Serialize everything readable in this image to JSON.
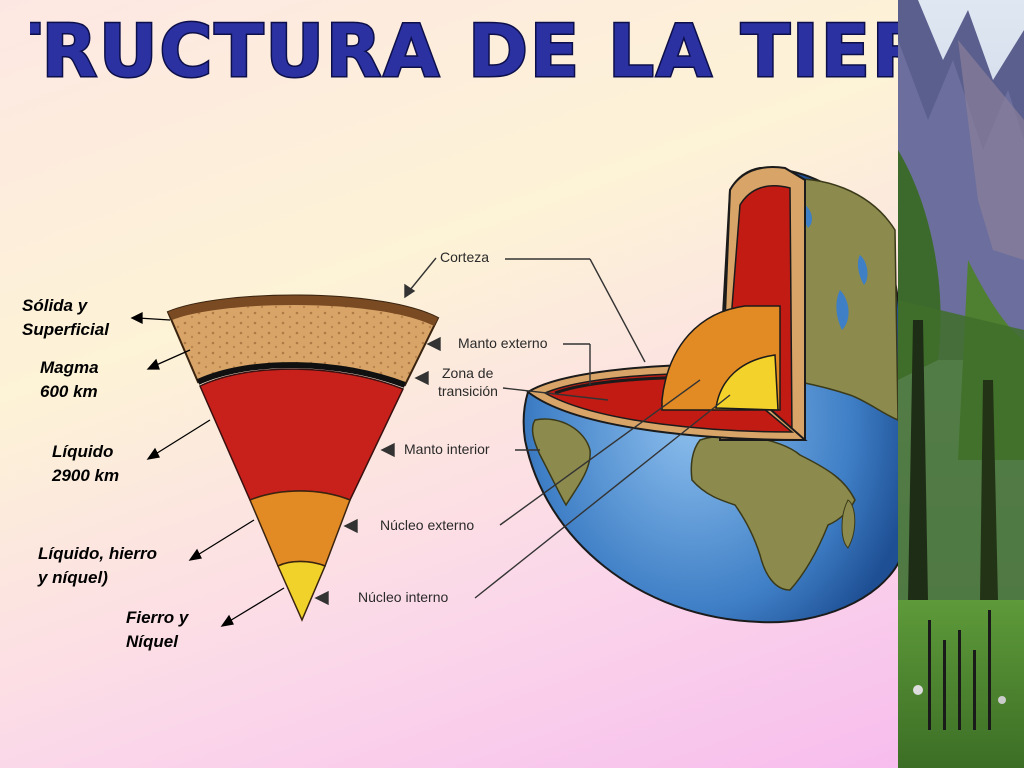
{
  "slide": {
    "title": "ESTRUCTURA DE LA TIERRA"
  },
  "labels": {
    "solida": [
      "Sólida y",
      "Superficial"
    ],
    "magma": [
      "Magma",
      "600 km"
    ],
    "liquido": [
      "Líquido",
      "2900 km"
    ],
    "hierro": [
      "Líquido, hierro",
      "y níquel)"
    ],
    "fierro": [
      "Fierro y",
      "Níquel"
    ]
  },
  "callouts": {
    "corteza": "Corteza",
    "manto_externo": "Manto externo",
    "zona_1": "Zona de",
    "zona_2": "transición",
    "manto_interior": "Manto interior",
    "nucleo_externo": "Núcleo externo",
    "nucleo_interno": "Núcleo interno"
  },
  "colors": {
    "title_fill": "#2b31a0",
    "crust": "#d9a56a",
    "mantle": "#c21b14",
    "outer_core": "#e28a23",
    "inner_core": "#f4d22c",
    "ocean": "#3f7fc6",
    "land": "#8a8a4a"
  }
}
